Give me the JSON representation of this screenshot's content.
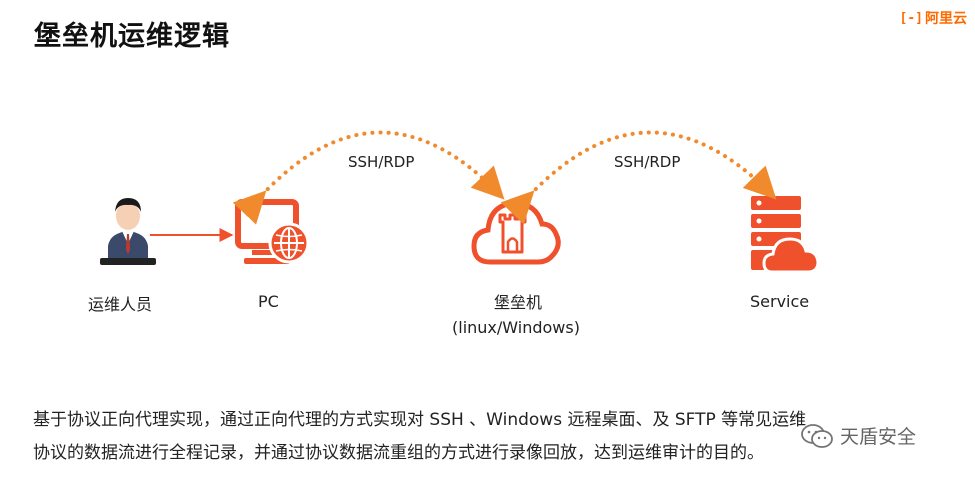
{
  "title": "堡垒机运维逻辑",
  "brand": {
    "mark": "[-]",
    "name": "阿里云",
    "accent": "#ff6a00"
  },
  "nodes": {
    "operator": "运维人员",
    "pc": "PC",
    "bastion": "堡垒机",
    "bastion_os": "(linux/Windows)",
    "service": "Service"
  },
  "protocols": {
    "left": "SSH/RDP",
    "right": "SSH/RDP"
  },
  "description": {
    "line1": "基于协议正向代理实现，通过正向代理的方式实现对 SSH 、Windows 远程桌面、及 SFTP 等常见运维",
    "line2": "协议的数据流进行全程记录，并通过协议数据流重组的方式进行录像回放，达到运维审计的目的。"
  },
  "watermark": "天盾安全",
  "colors": {
    "icon": "#f0512d",
    "dots": "#f08a2c"
  }
}
